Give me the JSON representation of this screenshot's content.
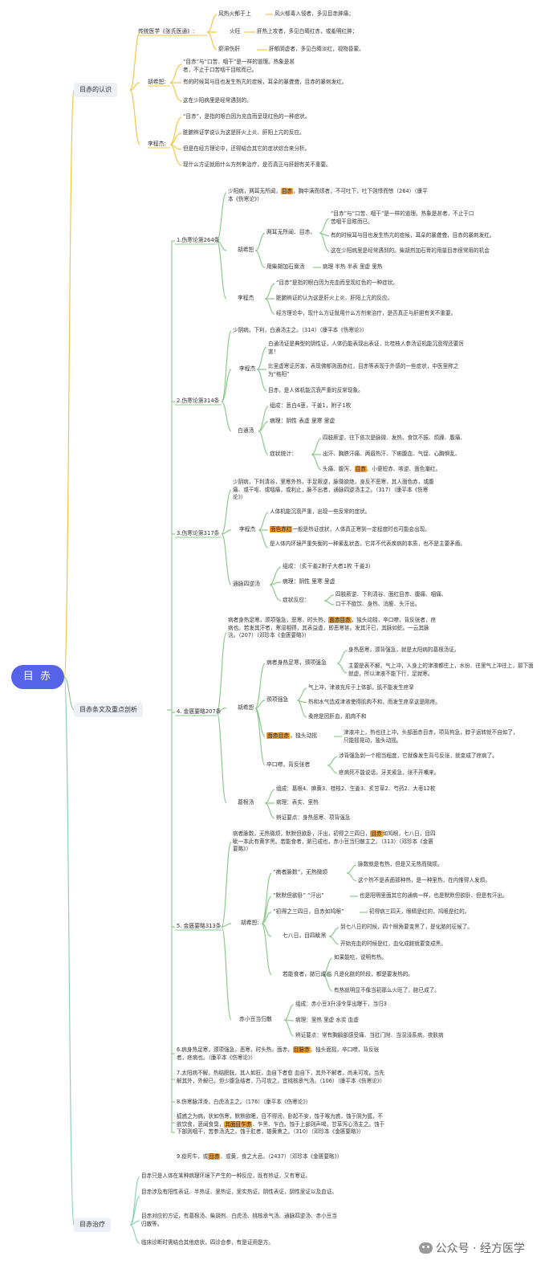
{
  "root": "目 赤",
  "branches": [
    {
      "label": "目赤的认识",
      "groups": [
        {
          "label": "传统医学《张氏医通》:",
          "items": [
            {
              "label": "风热火郁于上",
              "text": "风火郁毒入侵者，多见目赤肿痛；"
            },
            {
              "label": "火旺",
              "text": "肝热上攻者，多见白睛红赤，或羞明红肿；"
            },
            {
              "label": "瘀滞伤肝",
              "text": "肝郁阴虚者，多见白睛淡红，视物昏蒙。"
            }
          ]
        },
        {
          "label": "胡希恕:",
          "items": [
            {
              "text": "“目赤”与“口苦、咽干”是一样的道理。热象是甚者，不止于口苦咽干目眩而已。"
            },
            {
              "text": "有的时候耳与目也发生热亢的症候，耳朵的暴聋聋，目赤的暴刺发红。"
            },
            {
              "text": "这在少阳病里是经常遇到的。"
            }
          ]
        },
        {
          "label": "李程杰:",
          "items": [
            {
              "text": "“目赤”，是指的眼白因为充血而呈现红色的一种症状。"
            },
            {
              "text": "脏腑辨证学说认为这是肝火上炎、肝阳上亢的反应。"
            },
            {
              "text": "但是在经方理论中，还得结合其它的症状综合来分析。"
            },
            {
              "text": "现什么方证就用什么方剂来治疗，是否真正与肝胆有关不重要。"
            }
          ]
        }
      ]
    },
    {
      "label": "目赤条文及重点剖析",
      "sections": [
        {
          "label": "1.伤寒论第264条",
          "quote_pre": "少阳病，两耳无所闻，",
          "quote_hl": "目赤",
          "quote_post": "，胸中满而烦者，不可吐下，吐下则悸而惊（264）（康平本《伤寒论》）",
          "subs": [
            {
              "label": "胡希恕",
              "items": [
                {
                  "label": "两耳无所闻、目赤、",
                  "details": [
                    "“目赤”与“口苦、咽干”是一样的道理。热象是甚者，不止于口苦咽干目眩而已。",
                    "有的时候耳与目也发生热亢的症候，耳朵的暴聋聋，目赤的暴刺发红。",
                    "这在少阳病里是经常遇到的。柴胡剂加石膏的用量目赤很常用的机会"
                  ]
                },
                {
                  "label": "用柴胡加石膏汤",
                  "details": [
                    "病理  半热  半表  里虚  里热"
                  ]
                }
              ]
            },
            {
              "label": "李程杰",
              "items": [
                {
                  "text": "“目赤”是指的眼白因为充血而呈现红色的一种症状。"
                },
                {
                  "text": "脏腑辨证的认为这是肝火上炎、肝阳上亢的反应。"
                },
                {
                  "text": "经方理论中，现什么方证就用什么方剂来治疗，是否真正与肝胆有关不重要。"
                }
              ]
            }
          ]
        },
        {
          "label": "2.伤寒论第314条",
          "quote": "少阴病，下利，白通汤主之。（314）（康平本《伤寒论》）",
          "subs": [
            {
              "label": "李程杰",
              "items": [
                {
                  "text": "白通汤证是典型的阴性证，人体仍能表现出表证，比桂枝人参汤证机能沉衰得还要厉害！"
                },
                {
                  "text": "比里虚寒证厉害，表现佛郁则面赤红，目赤等表现于外感的一些症状，中医里称之为“格阳”"
                },
                {
                  "text": "目赤，是人体机能沉衰严重的反常现象。"
                }
              ]
            },
            {
              "label": "白通汤",
              "items": [
                {
                  "label": "组成：葱白4茎，干姜1，附子1枚"
                },
                {
                  "label": "病理：阴性  表虚  里寒  里虚"
                },
                {
                  "label": "症状统计：",
                  "lines": [
                    {
                      "text": "四肢厥逆，往下依次是脉微、发热、食饮不振、烦躁、腹痛、"
                    },
                    {
                      "text": "出汗、胸脐汗痛、两眉热汗、下痢腹血、气促、心胸惧乱、"
                    },
                    {
                      "pre": "头痛、腹泻、",
                      "hl": "目赤",
                      "post": "、小便短赤、咳逆、面色潮红。"
                    }
                  ]
                }
              ]
            }
          ]
        },
        {
          "label": "3.伤寒论第317条",
          "quote": "少阴病，下利清谷，里寒外热，手足厥逆，脉微欲绝，身反不恶寒，其人面色赤，或腹痛、或干呕、或咽痛，或利止，脉不出者，通脉四逆汤主之。（317）（康平本《伤寒论》）",
          "subs": [
            {
              "label": "李程杰",
              "items": [
                {
                  "text": "人体机能沉衰严重，出现一些反常的症状。"
                },
                {
                  "hl": "面色赤红",
                  "post": "一般是热证症状，人体真正寒到一定程度时也可能会出现。"
                },
                {
                  "text": "是人体内环境严重失衡的一种紊乱状态，它并不代表疾病的本质，也不是主要矛盾。"
                }
              ]
            },
            {
              "label": "通脉四逆汤",
              "items": [
                {
                  "label": "组成：（炙干姜2附子大者1枚 干姜3）"
                },
                {
                  "label": "病理：阴性  里寒  里虚"
                },
                {
                  "label": "症状反应：",
                  "lines": [
                    "四肢厥逆、下利清谷、面红目赤、腹痛、咽痛、",
                    "口干不欲饮、身热、消瘦、头汗出。"
                  ]
                }
              ]
            }
          ]
        },
        {
          "label": "4. 金匮要略207条",
          "quote_pre": "病者身热足寒，颈项强急，恶寒，时头热，",
          "quote_hl": "面赤目赤",
          "quote_post": "，独头动摇，卒口噤，背反张者，痉病也。若发其汗者，寒湿相得，其表益虚，即恶寒甚。发其汗已，其脉如蛇。一云其脉浛。（207）（邓珍本《金匮要略》）",
          "subs": [
            {
              "label": "胡希恕",
              "items": [
                {
                  "label": "病者身热足寒，颈项强急",
                  "details": [
                    "身热恶寒，颈背强急，就是太阳病的葛根汤证。",
                    "主要是表不解，气上冲，人身上的津液都往上，水份、往里气上冲往上，那下面就虚，所以津液不能下行，足就寒。"
                  ]
                },
                {
                  "label": "颈项强急",
                  "details": [
                    "气上冲，津液充斥于上体部，肌不能发生痉挛",
                    "热和水气造成津液使得肌肉不和，而发生痉挛这是刚痉。",
                    "柔痉是因肝血，肌肉不和"
                  ]
                },
                {
                  "hl": "面赤目赤",
                  "post": "，独头动摇",
                  "details": [
                    "津液冲上，热也往上冲，头部面赤目赤，项背拘急，脖子运转就不自如了，只能摇晃动，独头动摇。"
                  ]
                },
                {
                  "label": "卒口噤，背反张者",
                  "details": [
                    "涉背强急到一个相当程度，它就像发生背弓反张，就变成了痉病了。",
                    "痉病死不能说话，牙关紧急，张不开嘴来。"
                  ]
                }
              ]
            },
            {
              "label": "葛根汤",
              "items": [
                {
                  "label": "组成：葛根4、麻黄3、桂枝2、生姜3、炙甘草2、芍药2、大枣12枚"
                },
                {
                  "label": "病理：表实、里热"
                },
                {
                  "label": "辨证要点：身热恶寒、项背强急"
                }
              ]
            }
          ]
        },
        {
          "label": "5. 金匮要略313条",
          "quote_pre": "病者脉数，无热微烦，默默但欲卧，汗出，初得之三四日，",
          "quote_hl": "目赤",
          "quote_post": "如鸠眼，七八日，目四眦一本此有黄字黑。若能食者，脓已成也，赤小豆当归散主之。（313）（邓珍本《金匮要略》）",
          "subs": [
            {
              "label": "胡希恕:",
              "items": [
                {
                  "label": "“病者脉数”，无热微烦",
                  "details": [
                    "脉数就是有热，但是又无热而微烦。",
                    "这个热不是表面那种热，是一种里热，在内惟得人发烦。"
                  ]
                },
                {
                  "label": "“默默但欲卧” “汗出”",
                  "details": [
                    "也是阳明里面其它的通病一样，也是默默但欲卧、但是有汗出。"
                  ]
                },
                {
                  "label": "“初得之三四日，目赤如鸠眼”",
                  "details": [
                    "初得病三四天，眼睛是红的，鸠眼是红的。"
                  ]
                },
                {
                  "label": "七八日，目四眦黑",
                  "details": [
                    "到七八日的时候，四个眼角要变黑了，是化脓的征候了。",
                    "开始充血的时候是红，血化成脓就要变成黑。"
                  ]
                },
                {
                  "label": "若能食者，脓已成也",
                  "details": [
                    "如果能吃，说明有热。",
                    "凡是化脓的阶段，都是要发热的。",
                    "有热就明显不像当初那么火旺了，脓已成了。"
                  ]
                }
              ]
            },
            {
              "label": "赤小豆当归散",
              "items": [
                {
                  "label": "组成：赤小豆3升浸令芽出曝干，当归3"
                },
                {
                  "label": "病理：里热  里虚  水实  血虚"
                },
                {
                  "label": "辨证要点：常有胸膈部感受痛、当肛门附、当湿浸系病，夜肤病"
                }
              ]
            }
          ]
        },
        {
          "label": "",
          "tail": true,
          "paras": [
            {
              "pre": "6.病身热足寒，颈项强急，恶寒，时头热，面赤，",
              "hl": "目脉赤",
              "post": "，独头面摇，卒口噤，背反张者，痉病也。（康平本《伤寒论》）"
            },
            {
              "text": "7.太阳病不解，热结膀胱，其人如狂，血自下者愈 血自下，其外不解者，尚未可攻，当先解其外，外解已，但少腹急结者，乃可攻之，宜桃核承气汤。（106）（康平本《伤寒论》）"
            },
            {
              "text": "8.伤寒脉浮滑，白虎汤主之。（176）（康平本《伤寒论》）"
            },
            {
              "pre": "狐惑之为病，状如伤寒，默默欲眠，目不得闭，卧起不安，蚀于喉为惑，蚀于阴为狐，不欲饮食，恶闻食臭，",
              "hl": "其面目乍赤",
              "post": "、乍黑、乍白。蚀于上部则声喝，甘草泻心汤主之。蚀于下部则咽干，苦参汤洗之。蚀于肛者，雄黄熏之。（310）（邓珍本《金匮要略》）"
            },
            {
              "pre": "9.疫死牛，或",
              "hl": "目赤",
              "post": "、或黄，食之大忌。（2437）（邓珍本《金匮要略》）"
            }
          ]
        }
      ]
    },
    {
      "label": "目赤治疗",
      "items": [
        {
          "text": "目赤只是人体在某种病理环境下产生的一种反应，既有热证，又有寒证。"
        },
        {
          "text": "目赤涉及有阳性表证、半热证、里热证，里实热证，阴性表证，阴性里证以及血证。"
        },
        {
          "text": "目赤对应的方证，有葛根汤、柴胡剂、白虎汤、桃核承气汤、通脉四逆汤、赤小豆当归散等。"
        },
        {
          "text": "临床诊断时需结合其他症状，四诊合参，有是证用是方。"
        }
      ]
    }
  ],
  "watermark": "公众号 · 经方医学",
  "colors": {
    "root": "#5563e8",
    "branch1": "#f0c74a",
    "branch2": "#8ec98e",
    "branch3": "#8fd3b5",
    "highlight": "#f2a23a",
    "node_bg": "#edf0f7"
  }
}
